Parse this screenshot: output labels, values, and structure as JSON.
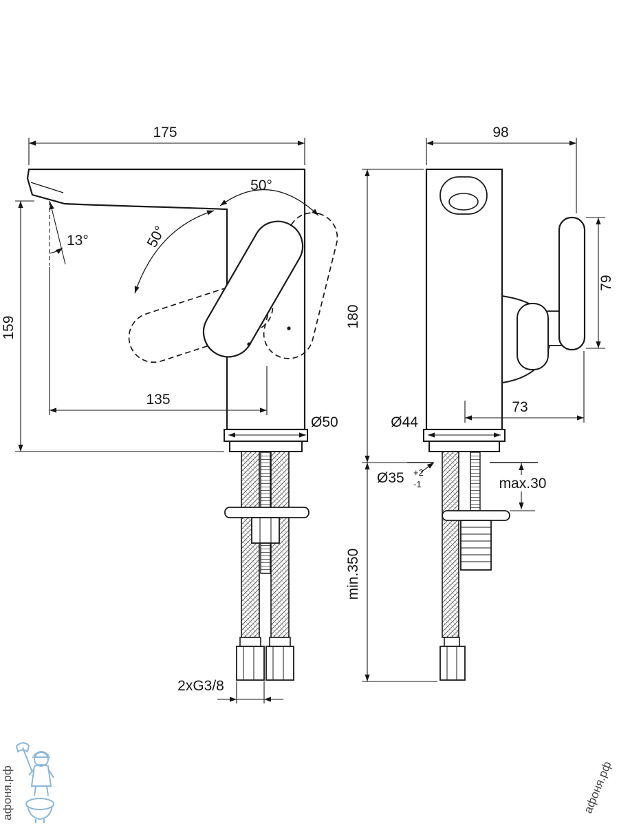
{
  "drawing": {
    "type": "faucet-installation-dimension-drawing",
    "line_color": "#1a1a1a",
    "watermark_color": "#85b3d6",
    "watermark_text": "афоня.рф"
  },
  "front_view": {
    "dim_top_width": "175",
    "dim_swing_right": "50°",
    "dim_swing_left": "50°",
    "dim_spout_angle": "13°",
    "dim_spout_height": "159",
    "dim_spout_reach": "135",
    "dim_base_diameter": "Ø50",
    "dim_hose_thread": "2xG3/8"
  },
  "side_view": {
    "dim_top_depth": "98",
    "dim_total_height": "180",
    "dim_handle_height": "79",
    "dim_handle_reach": "73",
    "dim_base_diameter": "Ø44",
    "dim_hole_diameter": "Ø35",
    "dim_hole_tol_plus": "+2",
    "dim_hole_tol_minus": "-1",
    "dim_max_deck": "max.30",
    "dim_min_hose": "min.350"
  }
}
